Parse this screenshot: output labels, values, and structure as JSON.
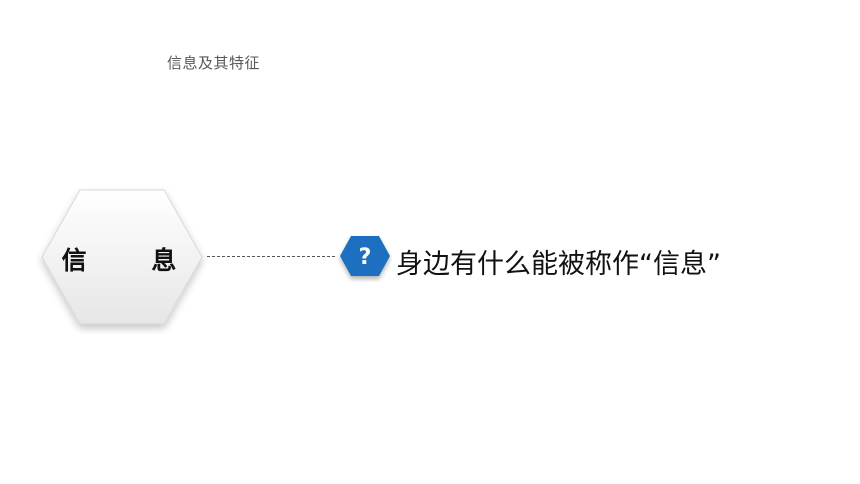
{
  "slide": {
    "title": "信息及其特征"
  },
  "concept": {
    "label": "信 息",
    "icon": "hexagon-shape"
  },
  "question": {
    "mark": "?",
    "icon": "question-hexagon-icon",
    "text": "身边有什么能被称作“信息”",
    "accent_color": "#1f6fbf"
  }
}
